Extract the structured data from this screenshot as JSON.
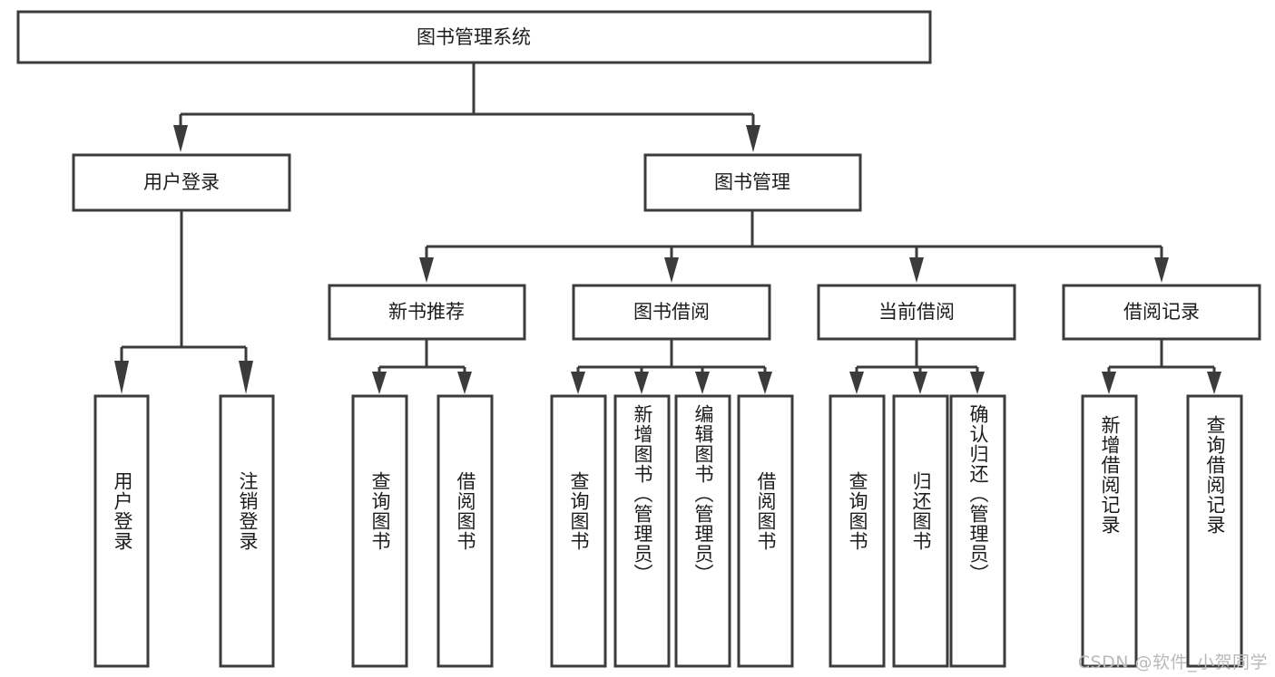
{
  "diagram": {
    "title": "图书管理系统",
    "type": "hierarchy-tree",
    "watermark": "CSDN @软件_小贺同学",
    "colors": {
      "stroke": "#3b3b3b",
      "fill": "#ffffff",
      "text": "#1c1c1c",
      "watermark": "#b9b9b9",
      "background": "#ffffff"
    },
    "levels": {
      "root": "图书管理系统",
      "level1": [
        "用户登录",
        "图书管理"
      ],
      "level2": [
        "新书推荐",
        "图书借阅",
        "当前借阅",
        "借阅记录"
      ]
    },
    "nodes": {
      "root": {
        "label": "图书管理系统"
      },
      "user_login": {
        "label": "用户登录"
      },
      "book_manage": {
        "label": "图书管理"
      },
      "new_book_rec": {
        "label": "新书推荐"
      },
      "book_borrow": {
        "label": "图书借阅"
      },
      "current_borrow": {
        "label": "当前借阅"
      },
      "borrow_record": {
        "label": "借阅记录"
      }
    },
    "leaves": {
      "user_login": [
        {
          "label": "用户登录"
        },
        {
          "label": "注销登录"
        }
      ],
      "new_book_rec": [
        {
          "label": "查询图书"
        },
        {
          "label": "借阅图书"
        }
      ],
      "book_borrow": [
        {
          "label": "查询图书"
        },
        {
          "label": "新增图书（管理员）"
        },
        {
          "label": "编辑图书（管理员）"
        },
        {
          "label": "借阅图书"
        }
      ],
      "current_borrow": [
        {
          "label": "查询图书"
        },
        {
          "label": "归还图书"
        },
        {
          "label": "确认归还（管理员）"
        }
      ],
      "borrow_record": [
        {
          "label": "新增借阅记录"
        },
        {
          "label": "查询借阅记录"
        }
      ]
    }
  }
}
